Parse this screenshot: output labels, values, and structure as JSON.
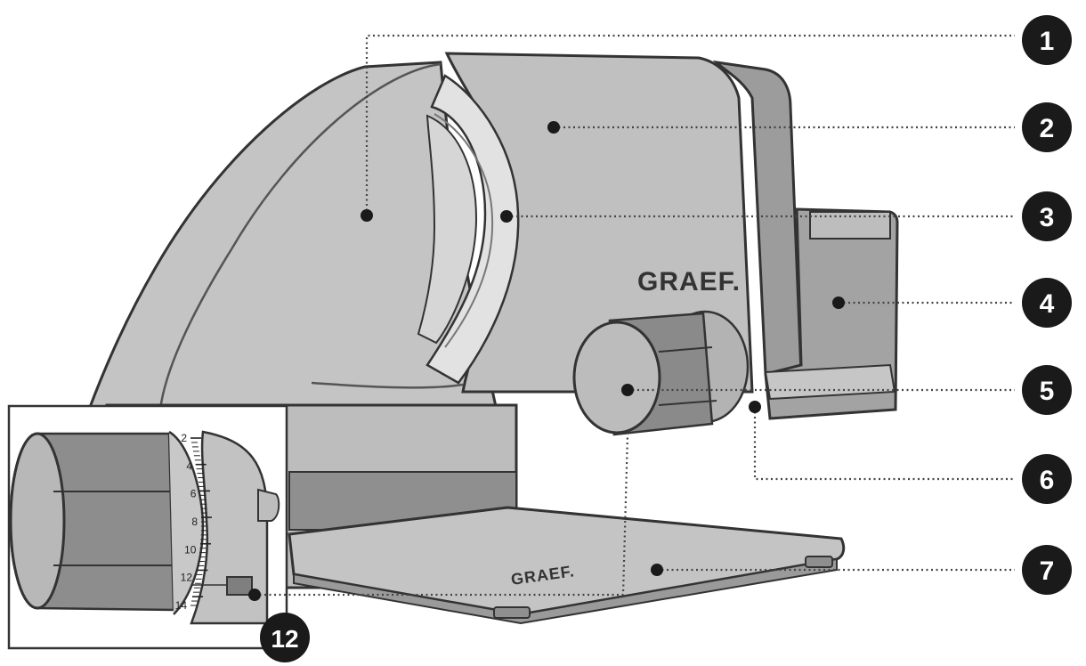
{
  "brand": {
    "housing_logo": "GRAEF.",
    "base_logo": "GRAEF."
  },
  "callouts": [
    {
      "number": "1"
    },
    {
      "number": "2"
    },
    {
      "number": "3"
    },
    {
      "number": "4"
    },
    {
      "number": "5"
    },
    {
      "number": "6"
    },
    {
      "number": "7"
    },
    {
      "number": "12"
    }
  ],
  "inset": {
    "dial_scale": [
      "2",
      "4",
      "6",
      "8",
      "10",
      "12",
      "14"
    ]
  },
  "colors": {
    "body": "#bfbfbf",
    "body_dark": "#a9a9a9",
    "base_shadow": "#8f8f8f",
    "blade_light": "#e2e2e2",
    "badge": "#1a1a1a"
  }
}
